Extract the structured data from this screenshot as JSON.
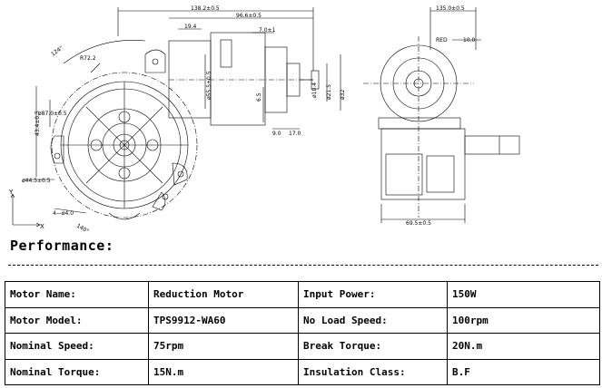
{
  "drawing": {
    "dims": {
      "overall_length": "138.2±0.5",
      "body_length": "96.6±0.5",
      "flange": "19.4",
      "small_offset": "7.0±1",
      "shaft_dia": "ø55.5±0.5",
      "boss_dia": "ø10.4",
      "small_h": "6.5",
      "gap_a": "9.0",
      "gap_b": "17.0",
      "pcd_a": "ø21.5",
      "pcd_b": "ø32",
      "radius": "R72.2",
      "angle": "124°",
      "hole_a": "ø87.0±0.5",
      "height_a": "43.4±0.5",
      "hole_b": "ø44.5±0.5",
      "mount": "4—ø4.0",
      "angle_b": "140°",
      "side_width": "69.5±0.5",
      "side_top": "135.0±0.5",
      "red": "RED",
      "side_small": "10.0"
    },
    "axis_y": "Y",
    "axis_x": "X"
  },
  "performance": {
    "title": "Performance:",
    "rows": [
      {
        "label1": "Motor Name:",
        "value1": "Reduction Motor",
        "label2": "Input Power:",
        "value2": "150W"
      },
      {
        "label1": "Motor Model:",
        "value1": "TPS9912-WA60",
        "label2": "No Load Speed:",
        "value2": "100rpm"
      },
      {
        "label1": "Nominal Speed:",
        "value1": "75rpm",
        "label2": "Break Torque:",
        "value2": "20N.m"
      },
      {
        "label1": "Nominal Torque:",
        "value1": "15N.m",
        "label2": "Insulation Class:",
        "value2": "B.F"
      }
    ]
  }
}
